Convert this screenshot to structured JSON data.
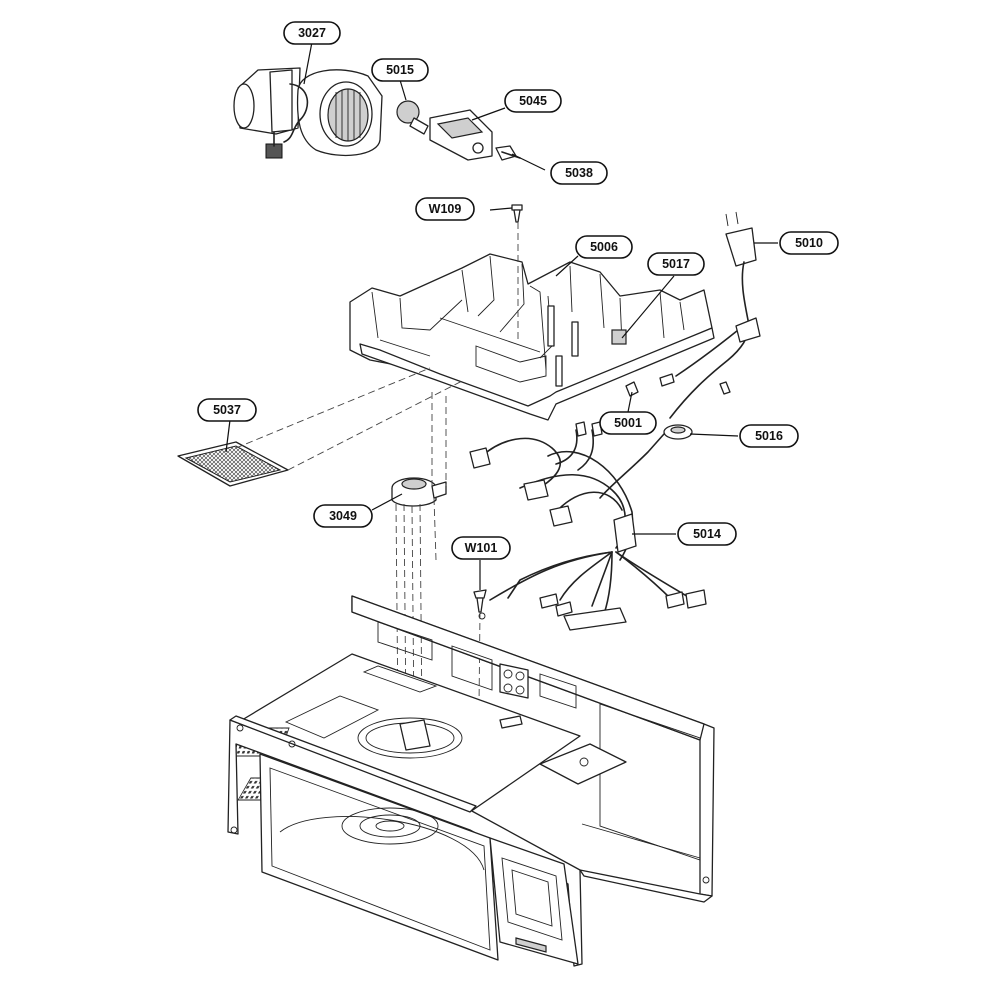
{
  "callouts": {
    "c3027": "3027",
    "c5015": "5015",
    "c5045": "5045",
    "c5038": "5038",
    "cW109": "W109",
    "c5006": "5006",
    "c5017": "5017",
    "c5010": "5010",
    "c5037": "5037",
    "c5001": "5001",
    "c5016": "5016",
    "c3049": "3049",
    "c5014": "5014",
    "cW101": "W101"
  }
}
